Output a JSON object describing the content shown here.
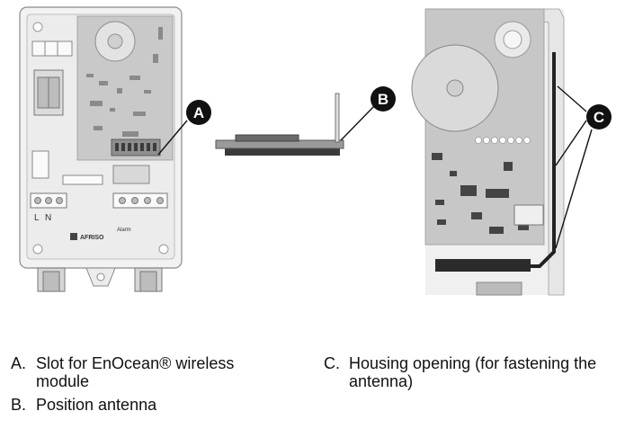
{
  "callouts": {
    "a": "A",
    "b": "B",
    "c": "C"
  },
  "device": {
    "brand_label": "AFRISO",
    "terminal_label_l": "L",
    "terminal_label_n": "N",
    "alarm_label": "Alarm"
  },
  "legend": [
    {
      "letter": "A.",
      "text": "Slot for EnOcean® wireless module"
    },
    {
      "letter": "B.",
      "text": "Position antenna"
    },
    {
      "letter": "C.",
      "text": "Housing opening (for fastening the antenna)"
    }
  ],
  "colors": {
    "housing": "#f2f2f2",
    "housing_edge": "#9a9a9a",
    "board": "#c8c8c8",
    "dark": "#2b2b2b",
    "callout_fill": "#111111"
  }
}
